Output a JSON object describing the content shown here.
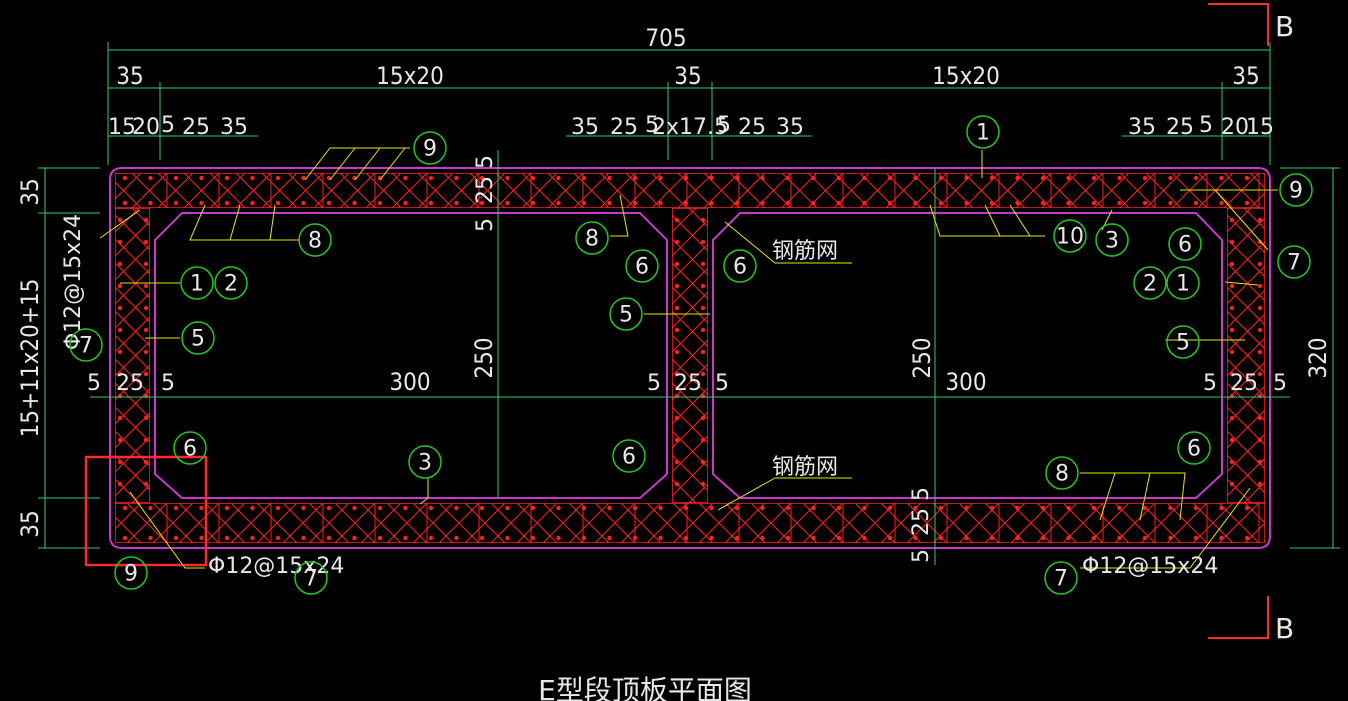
{
  "title": "E型段顶板平面图",
  "section_label": "B",
  "colors": {
    "background": "#000000",
    "outline": "#c838c8",
    "rebar": "#ff2020",
    "dimension": "#e8e8e8",
    "callout_circle": "#20c820",
    "leader": "#e8e800",
    "highlight_box": "#ff2a2a"
  },
  "dimensions": {
    "overall": "705",
    "top_row2": [
      "35",
      "15x20",
      "35",
      "15x20",
      "35"
    ],
    "top_row3_left": [
      "15",
      "20",
      "5",
      "25",
      "35"
    ],
    "top_row3_mid_left": [
      "35",
      "25",
      "5"
    ],
    "top_row3_mid": "2x17.5",
    "top_row3_mid_right": [
      "5",
      "25",
      "35"
    ],
    "top_row3_right": [
      "35",
      "25",
      "5",
      "20",
      "15"
    ],
    "left_top": "35",
    "left_mid": "15+11x20+15",
    "left_bottom": "35",
    "left_rebar_spec": "Φ12@15x24",
    "right_height": "320",
    "center_height_left": "250",
    "center_height_right": "250",
    "row_h_left": [
      "5",
      "25",
      "5"
    ],
    "span_left": "300",
    "row_h_mid": [
      "5",
      "25",
      "5"
    ],
    "span_right": "300",
    "row_h_right": [
      "5",
      "25",
      "5"
    ],
    "top_slab": [
      "5",
      "25",
      "5"
    ],
    "bottom_slab": [
      "5",
      "25",
      "5"
    ]
  },
  "callouts": [
    "1",
    "2",
    "3",
    "5",
    "6",
    "7",
    "8",
    "9",
    "10"
  ],
  "annotations": {
    "mesh_top": "钢筋网",
    "mesh_bottom": "钢筋网",
    "rebar_spec_bottom_left": "Φ12@15x24",
    "rebar_spec_bottom_right": "Φ12@15x24"
  }
}
